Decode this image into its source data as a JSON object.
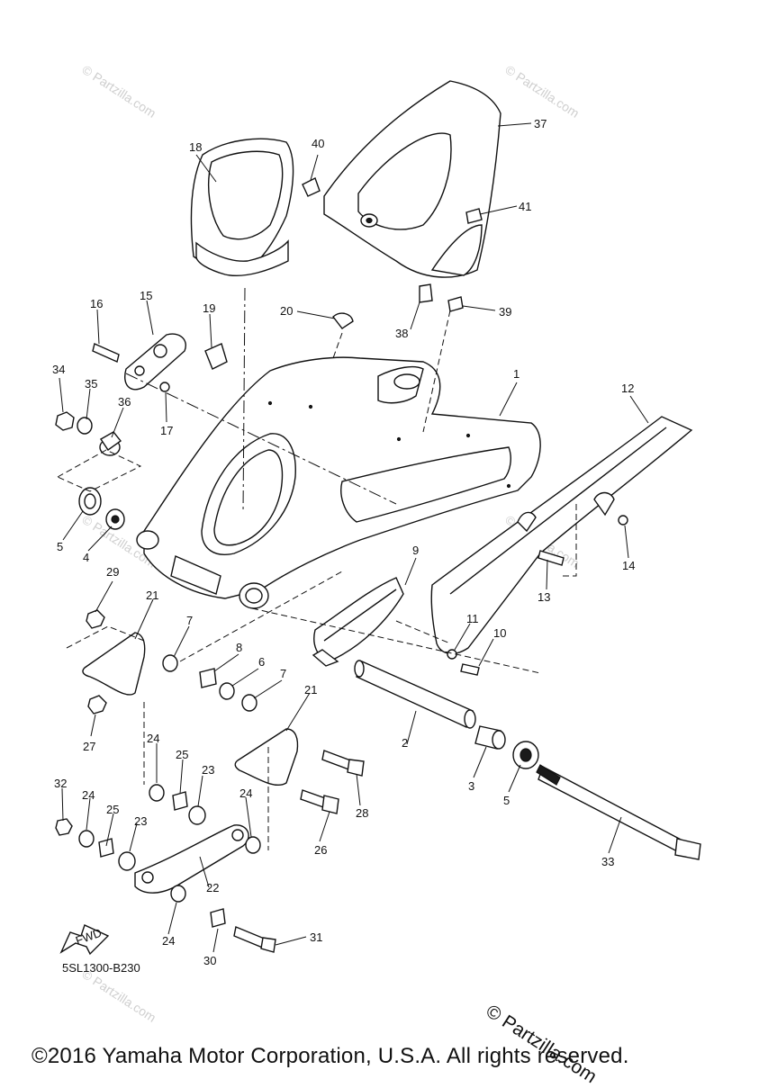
{
  "diagram": {
    "callouts": [
      {
        "id": "c1",
        "label": "1"
      },
      {
        "id": "c2",
        "label": "2"
      },
      {
        "id": "c3",
        "label": "3"
      },
      {
        "id": "c4",
        "label": "4"
      },
      {
        "id": "c5a",
        "label": "5"
      },
      {
        "id": "c5b",
        "label": "5"
      },
      {
        "id": "c6",
        "label": "6"
      },
      {
        "id": "c7a",
        "label": "7"
      },
      {
        "id": "c7b",
        "label": "7"
      },
      {
        "id": "c8",
        "label": "8"
      },
      {
        "id": "c9",
        "label": "9"
      },
      {
        "id": "c10",
        "label": "10"
      },
      {
        "id": "c11",
        "label": "11"
      },
      {
        "id": "c12",
        "label": "12"
      },
      {
        "id": "c13",
        "label": "13"
      },
      {
        "id": "c14",
        "label": "14"
      },
      {
        "id": "c15",
        "label": "15"
      },
      {
        "id": "c16",
        "label": "16"
      },
      {
        "id": "c17",
        "label": "17"
      },
      {
        "id": "c18",
        "label": "18"
      },
      {
        "id": "c19",
        "label": "19"
      },
      {
        "id": "c20",
        "label": "20"
      },
      {
        "id": "c21a",
        "label": "21"
      },
      {
        "id": "c21b",
        "label": "21"
      },
      {
        "id": "c22",
        "label": "22"
      },
      {
        "id": "c23a",
        "label": "23"
      },
      {
        "id": "c23b",
        "label": "23"
      },
      {
        "id": "c24a",
        "label": "24"
      },
      {
        "id": "c24b",
        "label": "24"
      },
      {
        "id": "c24c",
        "label": "24"
      },
      {
        "id": "c24d",
        "label": "24"
      },
      {
        "id": "c25a",
        "label": "25"
      },
      {
        "id": "c25b",
        "label": "25"
      },
      {
        "id": "c26",
        "label": "26"
      },
      {
        "id": "c27",
        "label": "27"
      },
      {
        "id": "c28",
        "label": "28"
      },
      {
        "id": "c29",
        "label": "29"
      },
      {
        "id": "c30",
        "label": "30"
      },
      {
        "id": "c31",
        "label": "31"
      },
      {
        "id": "c32",
        "label": "32"
      },
      {
        "id": "c33",
        "label": "33"
      },
      {
        "id": "c34",
        "label": "34"
      },
      {
        "id": "c35",
        "label": "35"
      },
      {
        "id": "c36",
        "label": "36"
      },
      {
        "id": "c37",
        "label": "37"
      },
      {
        "id": "c38",
        "label": "38"
      },
      {
        "id": "c39",
        "label": "39"
      },
      {
        "id": "c40",
        "label": "40"
      },
      {
        "id": "c41",
        "label": "41"
      }
    ],
    "fwd_label": "FWD",
    "watermark_text": "© Partzilla.com",
    "ref_code": "5SL1300-B230",
    "stamp_text": "© Partzilla.com",
    "copyright": "©2016 Yamaha Motor Corporation, U.S.A. All rights reserved."
  }
}
